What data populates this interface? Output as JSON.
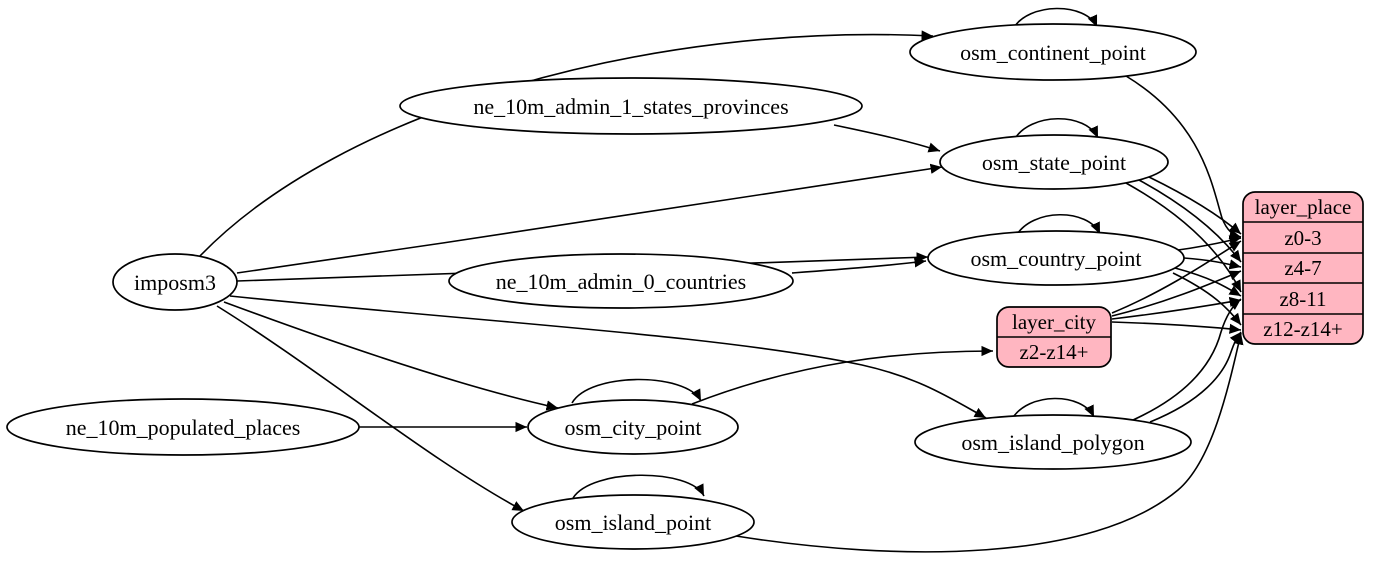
{
  "diagram": {
    "background_color": "#ffffff",
    "line_color": "#000000",
    "record_fill_color": "#ffb6c1",
    "nodes": {
      "imposm3": {
        "label": "imposm3"
      },
      "ne_10m_admin_1_states_provinces": {
        "label": "ne_10m_admin_1_states_provinces"
      },
      "ne_10m_admin_0_countries": {
        "label": "ne_10m_admin_0_countries"
      },
      "ne_10m_populated_places": {
        "label": "ne_10m_populated_places"
      },
      "osm_continent_point": {
        "label": "osm_continent_point"
      },
      "osm_state_point": {
        "label": "osm_state_point"
      },
      "osm_country_point": {
        "label": "osm_country_point"
      },
      "osm_city_point": {
        "label": "osm_city_point"
      },
      "osm_island_polygon": {
        "label": "osm_island_polygon"
      },
      "osm_island_point": {
        "label": "osm_island_point"
      }
    },
    "records": {
      "layer_city": {
        "title": "layer_city",
        "rows": [
          "z2-z14+"
        ]
      },
      "layer_place": {
        "title": "layer_place",
        "rows": [
          "z0-3",
          "z4-7",
          "z8-11",
          "z12-z14+"
        ]
      }
    },
    "edges": [
      {
        "from": "imposm3",
        "to": "osm_continent_point"
      },
      {
        "from": "imposm3",
        "to": "osm_state_point"
      },
      {
        "from": "imposm3",
        "to": "osm_country_point"
      },
      {
        "from": "imposm3",
        "to": "osm_city_point"
      },
      {
        "from": "imposm3",
        "to": "osm_island_polygon"
      },
      {
        "from": "imposm3",
        "to": "osm_island_point"
      },
      {
        "from": "ne_10m_admin_1_states_provinces",
        "to": "osm_state_point"
      },
      {
        "from": "ne_10m_admin_0_countries",
        "to": "osm_country_point"
      },
      {
        "from": "ne_10m_populated_places",
        "to": "osm_city_point"
      },
      {
        "from": "osm_continent_point",
        "to": "osm_continent_point"
      },
      {
        "from": "osm_state_point",
        "to": "osm_state_point"
      },
      {
        "from": "osm_country_point",
        "to": "osm_country_point"
      },
      {
        "from": "osm_city_point",
        "to": "osm_city_point"
      },
      {
        "from": "osm_island_polygon",
        "to": "osm_island_polygon"
      },
      {
        "from": "osm_island_point",
        "to": "osm_island_point"
      },
      {
        "from": "osm_city_point",
        "to": "layer_city",
        "to_port": "z2-z14+"
      },
      {
        "from": "osm_continent_point",
        "to": "layer_place",
        "to_port": "z0-3"
      },
      {
        "from": "osm_state_point",
        "to": "layer_place",
        "to_port": "z0-3"
      },
      {
        "from": "osm_state_point",
        "to": "layer_place",
        "to_port": "z4-7"
      },
      {
        "from": "osm_state_point",
        "to": "layer_place",
        "to_port": "z8-11"
      },
      {
        "from": "osm_country_point",
        "to": "layer_place",
        "to_port": "z0-3"
      },
      {
        "from": "osm_country_point",
        "to": "layer_place",
        "to_port": "z4-7"
      },
      {
        "from": "osm_country_point",
        "to": "layer_place",
        "to_port": "z8-11"
      },
      {
        "from": "osm_country_point",
        "to": "layer_place",
        "to_port": "z12-z14+"
      },
      {
        "from": "layer_city",
        "to": "layer_place",
        "to_port": "z0-3"
      },
      {
        "from": "layer_city",
        "to": "layer_place",
        "to_port": "z4-7"
      },
      {
        "from": "layer_city",
        "to": "layer_place",
        "to_port": "z8-11"
      },
      {
        "from": "layer_city",
        "to": "layer_place",
        "to_port": "z12-z14+"
      },
      {
        "from": "osm_island_polygon",
        "to": "layer_place",
        "to_port": "z8-11"
      },
      {
        "from": "osm_island_polygon",
        "to": "layer_place",
        "to_port": "z12-z14+"
      },
      {
        "from": "osm_island_point",
        "to": "layer_place",
        "to_port": "z12-z14+"
      }
    ]
  }
}
